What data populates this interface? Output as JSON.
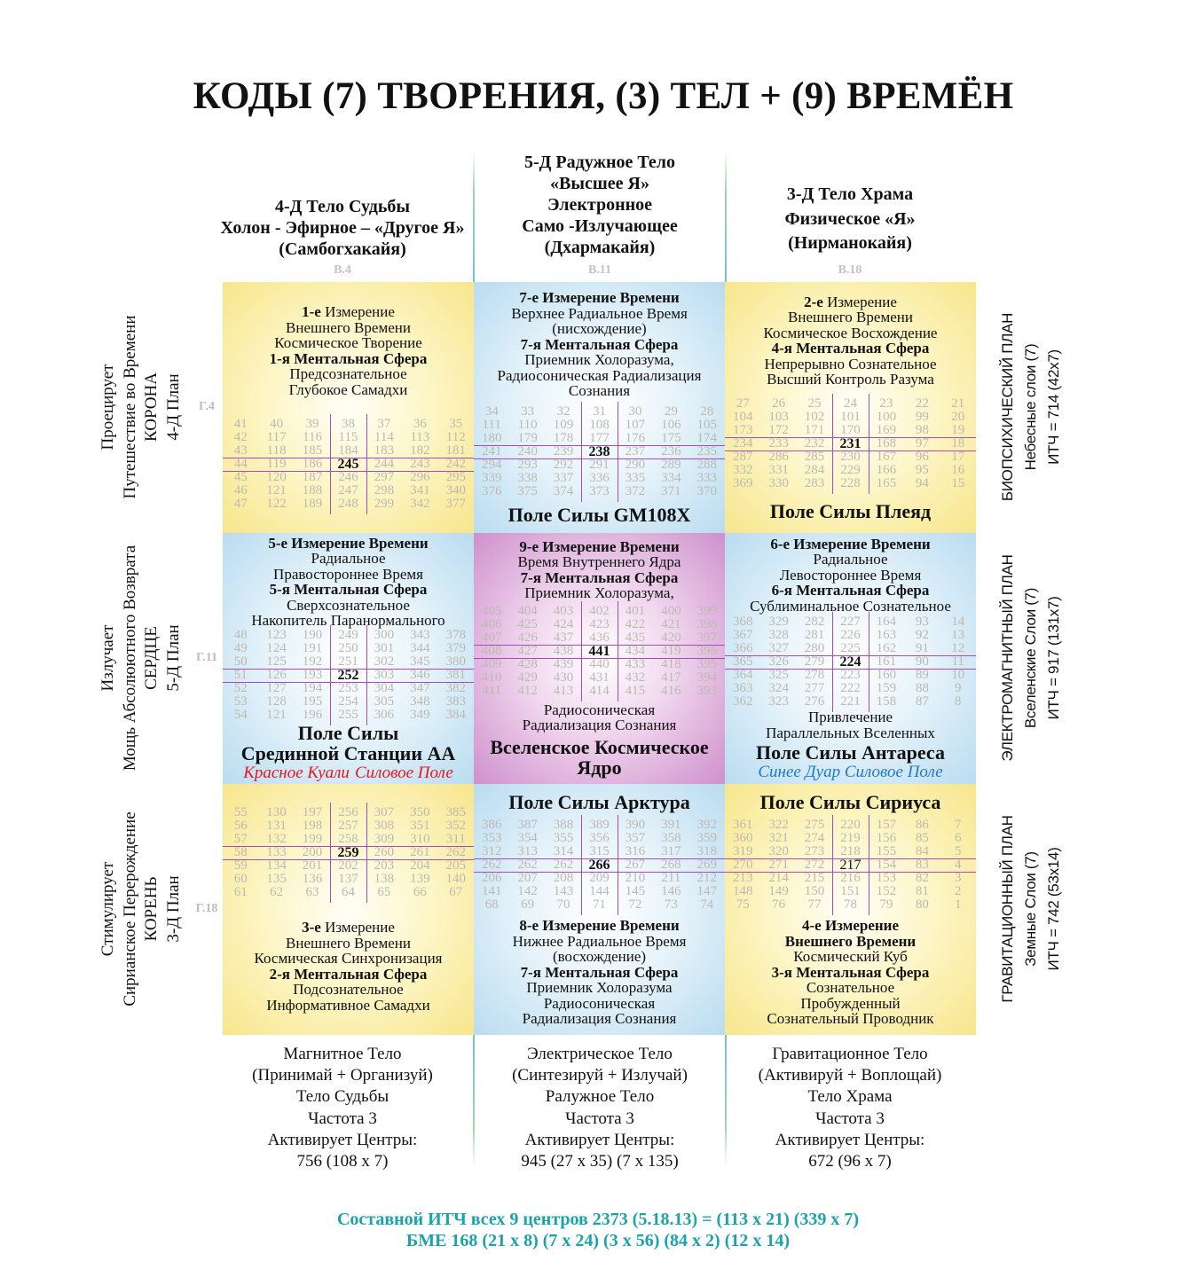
{
  "title": "КОДЫ (7) ТВОРЕНИЯ, (3) ТЕЛ + (9) ВРЕМЁН",
  "column_headers": [
    {
      "lines": [
        "4-Д Тело Судьбы",
        "Холон - Эфирное – «Другое Я»",
        "(Самбогхакайя)"
      ],
      "code": "В.4"
    },
    {
      "lines": [
        "5-Д Радужное Тело",
        "«Высшее Я»",
        "Электронное",
        "Само -Излучающее",
        "(Дхармакайя)"
      ],
      "code": "В.11"
    },
    {
      "lines": [
        "3-Д Тело Храма",
        "Физическое «Я»",
        "(Нирманокайя)"
      ],
      "code": "В.18"
    }
  ],
  "row_headers": [
    {
      "lines": [
        "Проецирует",
        "Путешествие во Времени",
        "КОРОНА",
        "4-Д План"
      ],
      "code": "Г.4"
    },
    {
      "lines": [
        "Излучает",
        "Мощь Абсолюютного Возврата",
        "СЕРДЦЕ",
        "5-Д План"
      ],
      "code": "Г.11"
    },
    {
      "lines": [
        "Стимулирует",
        "Сирианское Перерождение",
        "КОРЕНЬ",
        "3-Д План"
      ],
      "code": "Г.18"
    }
  ],
  "right_labels": [
    {
      "lines": [
        "БИОПСИХИЧЕСКИЙ ПЛАН",
        "Небесные слои (7)",
        "ИТЧ = 714 (42x7)"
      ]
    },
    {
      "lines": [
        "ЭЛЕКТРОМАГНИТНЫЙ ПЛАН",
        "Вселенские Слои (7)",
        "ИТЧ = 917 (131x7)"
      ]
    },
    {
      "lines": [
        "ГРАВИТАЦИОННЫЙ ПЛАН",
        "Земные Слои (7)",
        "ИТЧ = 742 (53x14)"
      ]
    }
  ],
  "colors": {
    "yellow": "#f7e68c",
    "blue": "#b9dcf0",
    "purple": "#cf90cc",
    "accent_line": "#a64cb8",
    "red_text": "#e8141c",
    "blue_text": "#1f78c8",
    "summary": "#1ba3aa"
  },
  "grid": {
    "rows": [
      [
        41,
        40,
        39,
        38,
        37,
        36,
        35,
        34,
        33,
        32,
        31,
        30,
        29,
        28,
        27,
        26,
        25,
        24,
        23,
        22,
        21
      ],
      [
        42,
        117,
        116,
        115,
        114,
        113,
        112,
        111,
        110,
        109,
        108,
        107,
        106,
        105,
        104,
        103,
        102,
        101,
        100,
        99,
        20
      ],
      [
        43,
        118,
        185,
        184,
        183,
        182,
        181,
        180,
        179,
        178,
        177,
        176,
        175,
        174,
        173,
        172,
        171,
        170,
        169,
        98,
        19
      ],
      [
        44,
        119,
        186,
        245,
        244,
        243,
        242,
        241,
        240,
        239,
        238,
        237,
        236,
        235,
        234,
        233,
        232,
        231,
        168,
        97,
        18
      ],
      [
        45,
        120,
        187,
        246,
        297,
        296,
        295,
        294,
        293,
        292,
        291,
        290,
        289,
        288,
        287,
        286,
        285,
        230,
        167,
        96,
        17
      ],
      [
        46,
        121,
        188,
        247,
        298,
        341,
        340,
        339,
        338,
        337,
        336,
        335,
        334,
        333,
        332,
        331,
        284,
        229,
        166,
        95,
        16
      ],
      [
        47,
        122,
        189,
        248,
        299,
        342,
        377,
        376,
        375,
        374,
        373,
        372,
        371,
        370,
        369,
        330,
        283,
        228,
        165,
        94,
        15
      ],
      [
        48,
        123,
        190,
        249,
        300,
        343,
        378,
        405,
        404,
        403,
        402,
        401,
        400,
        399,
        368,
        329,
        282,
        227,
        164,
        93,
        14
      ],
      [
        49,
        124,
        191,
        250,
        301,
        344,
        379,
        406,
        425,
        424,
        423,
        422,
        421,
        398,
        367,
        328,
        281,
        226,
        163,
        92,
        13
      ],
      [
        50,
        125,
        192,
        251,
        302,
        345,
        380,
        407,
        426,
        437,
        436,
        435,
        420,
        397,
        366,
        327,
        280,
        225,
        162,
        91,
        12
      ],
      [
        51,
        126,
        193,
        252,
        303,
        346,
        381,
        408,
        427,
        438,
        441,
        434,
        419,
        396,
        365,
        326,
        279,
        224,
        161,
        90,
        11
      ],
      [
        52,
        127,
        194,
        253,
        304,
        347,
        382,
        409,
        428,
        439,
        440,
        433,
        418,
        395,
        364,
        325,
        278,
        223,
        160,
        89,
        10
      ],
      [
        53,
        128,
        195,
        254,
        305,
        348,
        383,
        410,
        429,
        430,
        431,
        432,
        417,
        394,
        363,
        324,
        277,
        222,
        159,
        88,
        9
      ],
      [
        54,
        121,
        196,
        255,
        306,
        349,
        384,
        411,
        412,
        413,
        414,
        415,
        416,
        393,
        362,
        323,
        276,
        221,
        158,
        87,
        8
      ],
      [
        55,
        130,
        197,
        256,
        307,
        350,
        385,
        386,
        387,
        388,
        389,
        390,
        391,
        392,
        361,
        322,
        275,
        220,
        157,
        86,
        7
      ],
      [
        56,
        131,
        198,
        257,
        308,
        351,
        352,
        353,
        354,
        355,
        356,
        357,
        358,
        359,
        360,
        321,
        274,
        219,
        156,
        85,
        6
      ],
      [
        57,
        132,
        199,
        258,
        309,
        310,
        311,
        312,
        313,
        314,
        315,
        316,
        317,
        318,
        319,
        320,
        273,
        218,
        155,
        84,
        5
      ],
      [
        58,
        133,
        200,
        259,
        260,
        261,
        262,
        262,
        262,
        262,
        266,
        267,
        268,
        269,
        270,
        271,
        272,
        217,
        154,
        83,
        4
      ],
      [
        59,
        134,
        201,
        202,
        203,
        204,
        205,
        206,
        207,
        208,
        209,
        210,
        211,
        212,
        213,
        214,
        215,
        216,
        153,
        82,
        3
      ],
      [
        60,
        135,
        136,
        137,
        138,
        139,
        140,
        141,
        142,
        143,
        144,
        145,
        146,
        147,
        148,
        149,
        150,
        151,
        152,
        81,
        2
      ],
      [
        61,
        62,
        63,
        64,
        65,
        66,
        67,
        68,
        69,
        70,
        71,
        72,
        73,
        74,
        75,
        76,
        77,
        78,
        79,
        80,
        1
      ]
    ]
  },
  "blocks": [
    {
      "bg": "yellow",
      "center_number": "245",
      "groups": [
        [
          {
            "p": "1-е",
            "t": " Измерение",
            "s": "n"
          },
          {
            "t": "Внешнего Времени",
            "s": "n"
          },
          {
            "t": "Космическое Творение",
            "s": "n"
          },
          {
            "t": "1-я Ментальная Сфера",
            "s": "b"
          },
          {
            "t": "Предсознательное",
            "s": "n"
          },
          {
            "t": "Глубокое Самадхи",
            "s": "n"
          }
        ]
      ]
    },
    {
      "bg": "blue",
      "center_number": "238",
      "groups": [
        [
          {
            "t": "7-е Измерение Времени",
            "s": "b"
          },
          {
            "t": "Верхнее Радиальное Время",
            "s": "n"
          },
          {
            "t": "(нисхождение)",
            "s": "n"
          },
          {
            "t": "7-я Ментальная Сфера",
            "s": "b"
          },
          {
            "t": "Приемник Холоразума,",
            "s": "n"
          },
          {
            "t": "Радиосоническая Радиализация",
            "s": "n"
          },
          {
            "t": "Сознания",
            "s": "n"
          }
        ],
        [
          {
            "t": "Поле Силы GM108X",
            "s": "big"
          }
        ]
      ]
    },
    {
      "bg": "yellow",
      "center_number": "231",
      "groups": [
        [
          {
            "p": "2-е",
            "t": " Измерение",
            "s": "n"
          },
          {
            "t": "Внешнего Времени",
            "s": "n"
          },
          {
            "t": "Космическое Восхождение",
            "s": "n"
          },
          {
            "t": "4-я Ментальная Сфера",
            "s": "b"
          },
          {
            "t": "Непрерывно Сознательное",
            "s": "n"
          },
          {
            "t": "Высший Контроль Разума",
            "s": "n"
          }
        ],
        [
          {
            "t": "Поле Силы Плеяд",
            "s": "big"
          }
        ]
      ]
    },
    {
      "bg": "blue",
      "center_number": "252",
      "groups": [
        [
          {
            "t": "5-е Измерение Времени",
            "s": "b"
          },
          {
            "t": "Радиальное",
            "s": "n"
          },
          {
            "t": "Правостороннее Время",
            "s": "n"
          },
          {
            "t": "5-я Ментальная Сфера",
            "s": "b"
          },
          {
            "t": "Сверхсознательное",
            "s": "n"
          },
          {
            "t": "Накопитель Паранормального",
            "s": "n"
          }
        ],
        [
          {
            "t": "Поле Силы",
            "s": "big"
          },
          {
            "t": "Срединной Станции АА",
            "s": "big"
          },
          {
            "t": "Красное Куали",
            "s": "red"
          },
          {
            "t": "Силовое Поле",
            "s": "red"
          }
        ]
      ]
    },
    {
      "bg": "purple",
      "center_number": "441",
      "groups": [
        [
          {
            "t": "9-е Измерение Времени",
            "s": "b"
          },
          {
            "t": "Время Внутреннего Ядра",
            "s": "n"
          },
          {
            "t": "7-я Ментальная Сфера",
            "s": "b"
          },
          {
            "t": "Приемник Холоразума,",
            "s": "n"
          }
        ],
        [
          {
            "t": "Радиосоническая",
            "s": "n"
          },
          {
            "t": "Радиализация Сознания",
            "s": "n"
          }
        ],
        [
          {
            "t": "Вселенское Космическое",
            "s": "big"
          },
          {
            "t": "Ядро",
            "s": "big"
          }
        ]
      ]
    },
    {
      "bg": "blue",
      "center_number": "224",
      "groups": [
        [
          {
            "t": "6-е Измерение Времени",
            "s": "b"
          },
          {
            "t": "Радиальное",
            "s": "n"
          },
          {
            "t": "Левостороннее Время",
            "s": "n"
          },
          {
            "t": "6-я Ментальная Сфера",
            "s": "b"
          },
          {
            "t": "Сублиминальное Сознательное",
            "s": "n"
          }
        ],
        [
          {
            "t": "Привлечение",
            "s": "n"
          },
          {
            "t": "Параллельных Вселенных",
            "s": "n"
          }
        ],
        [
          {
            "t": "Поле Силы Антареса",
            "s": "big"
          },
          {
            "t": "Синее Дуар Силовое Поле",
            "s": "blue"
          }
        ]
      ]
    },
    {
      "bg": "yellow",
      "center_number": "259",
      "groups": [
        [
          {
            "p": "3-е",
            "t": " Измерение",
            "s": "n"
          },
          {
            "t": "Внешнего Времени",
            "s": "n"
          },
          {
            "t": "Космическая Синхронизация",
            "s": "n"
          },
          {
            "t": "2-я Ментальная Сфера",
            "s": "b"
          },
          {
            "t": "Подсознательное",
            "s": "n"
          },
          {
            "t": "Информативное Самадхи",
            "s": "n"
          }
        ]
      ]
    },
    {
      "bg": "blue",
      "center_number": "266",
      "groups": [
        [
          {
            "t": "Поле Силы Арктура",
            "s": "big"
          }
        ],
        [
          {
            "t": "8-е Измерение Времени",
            "s": "b"
          },
          {
            "t": "Нижнее Радиальное Время",
            "s": "n"
          },
          {
            "t": "(восхождение)",
            "s": "n"
          },
          {
            "t": "7-я Ментальная Сфера",
            "s": "b"
          },
          {
            "t": "Приемник Холоразума",
            "s": "n"
          },
          {
            "t": "Радиосоническая",
            "s": "n"
          },
          {
            "t": "Радиализация Сознания",
            "s": "n"
          }
        ]
      ]
    },
    {
      "bg": "yellow",
      "center_number": "217",
      "groups": [
        [
          {
            "t": "Поле Силы Сириуса",
            "s": "big"
          }
        ],
        [
          {
            "t": "4-е Измерение",
            "s": "b"
          },
          {
            "t": "Внешнего Времени",
            "s": "b"
          },
          {
            "t": "Космический Куб",
            "s": "n"
          },
          {
            "t": "3-я Ментальная Сфера",
            "s": "b"
          },
          {
            "t": "Сознательное",
            "s": "n"
          },
          {
            "t": "Пробужденный",
            "s": "n"
          },
          {
            "t": "Сознательный Проводник",
            "s": "n"
          }
        ]
      ]
    }
  ],
  "bottom_captions": [
    {
      "lines": [
        "Магнитное Тело",
        "(Принимай + Организуй)",
        "Тело Судьбы",
        "Частота 3",
        "Активирует Центры:",
        "756 (108 x 7)"
      ]
    },
    {
      "lines": [
        "Электрическое Тело",
        "(Синтезируй + Излучай)",
        "Ралужное Тело",
        "Частота 3",
        "Активирует Центры:",
        "945 (27 x 35) (7 x 135)"
      ]
    },
    {
      "lines": [
        "Гравитационное Тело",
        "(Активируй + Воплощай)",
        "Тело Храма",
        "Частота 3",
        "Активирует Центры:",
        "672 (96 x 7)"
      ]
    }
  ],
  "summary": {
    "line1": "Составной ИТЧ всех  9 центров 2373 (5.18.13) = (113 x 21) (339 x 7)",
    "line2": "БМЕ 168 (21 x 8) (7 x 24) (3 x 56) (84 x 2) (12 x 14)"
  }
}
